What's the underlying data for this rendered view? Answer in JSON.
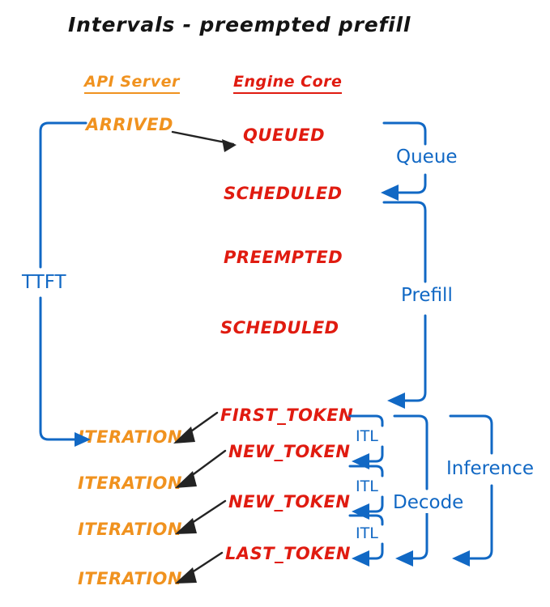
{
  "diagram": {
    "title": "Intervals - preempted prefill",
    "colors": {
      "api_server": "#F0921F",
      "engine_core": "#E01B10",
      "interval_blue": "#1168C4",
      "arrow_black": "#232323",
      "background": "#FFFFFF"
    },
    "columns": [
      {
        "id": "api-server",
        "label": "API Server",
        "color": "#F0921F"
      },
      {
        "id": "engine-core",
        "label": "Engine Core",
        "color": "#E01B10"
      }
    ],
    "events": {
      "api_server": [
        {
          "id": "arrived",
          "label": "ARRIVED"
        },
        {
          "id": "iteration-1",
          "label": "ITERATION"
        },
        {
          "id": "iteration-2",
          "label": "ITERATION"
        },
        {
          "id": "iteration-3",
          "label": "ITERATION"
        },
        {
          "id": "iteration-4",
          "label": "ITERATION"
        }
      ],
      "engine_core": [
        {
          "id": "queued",
          "label": "QUEUED"
        },
        {
          "id": "scheduled-1",
          "label": "SCHEDULED"
        },
        {
          "id": "preempted",
          "label": "PREEMPTED"
        },
        {
          "id": "scheduled-2",
          "label": "SCHEDULED"
        },
        {
          "id": "first-token",
          "label": "FIRST_TOKEN"
        },
        {
          "id": "new-token-1",
          "label": "NEW_TOKEN"
        },
        {
          "id": "new-token-2",
          "label": "NEW_TOKEN"
        },
        {
          "id": "last-token",
          "label": "LAST_TOKEN"
        }
      ]
    },
    "intervals": [
      {
        "id": "ttft",
        "label": "TTFT"
      },
      {
        "id": "queue",
        "label": "Queue"
      },
      {
        "id": "prefill",
        "label": "Prefill"
      },
      {
        "id": "decode",
        "label": "Decode"
      },
      {
        "id": "inference",
        "label": "Inference"
      },
      {
        "id": "itl-1",
        "label": "ITL"
      },
      {
        "id": "itl-2",
        "label": "ITL"
      },
      {
        "id": "itl-3",
        "label": "ITL"
      }
    ]
  }
}
